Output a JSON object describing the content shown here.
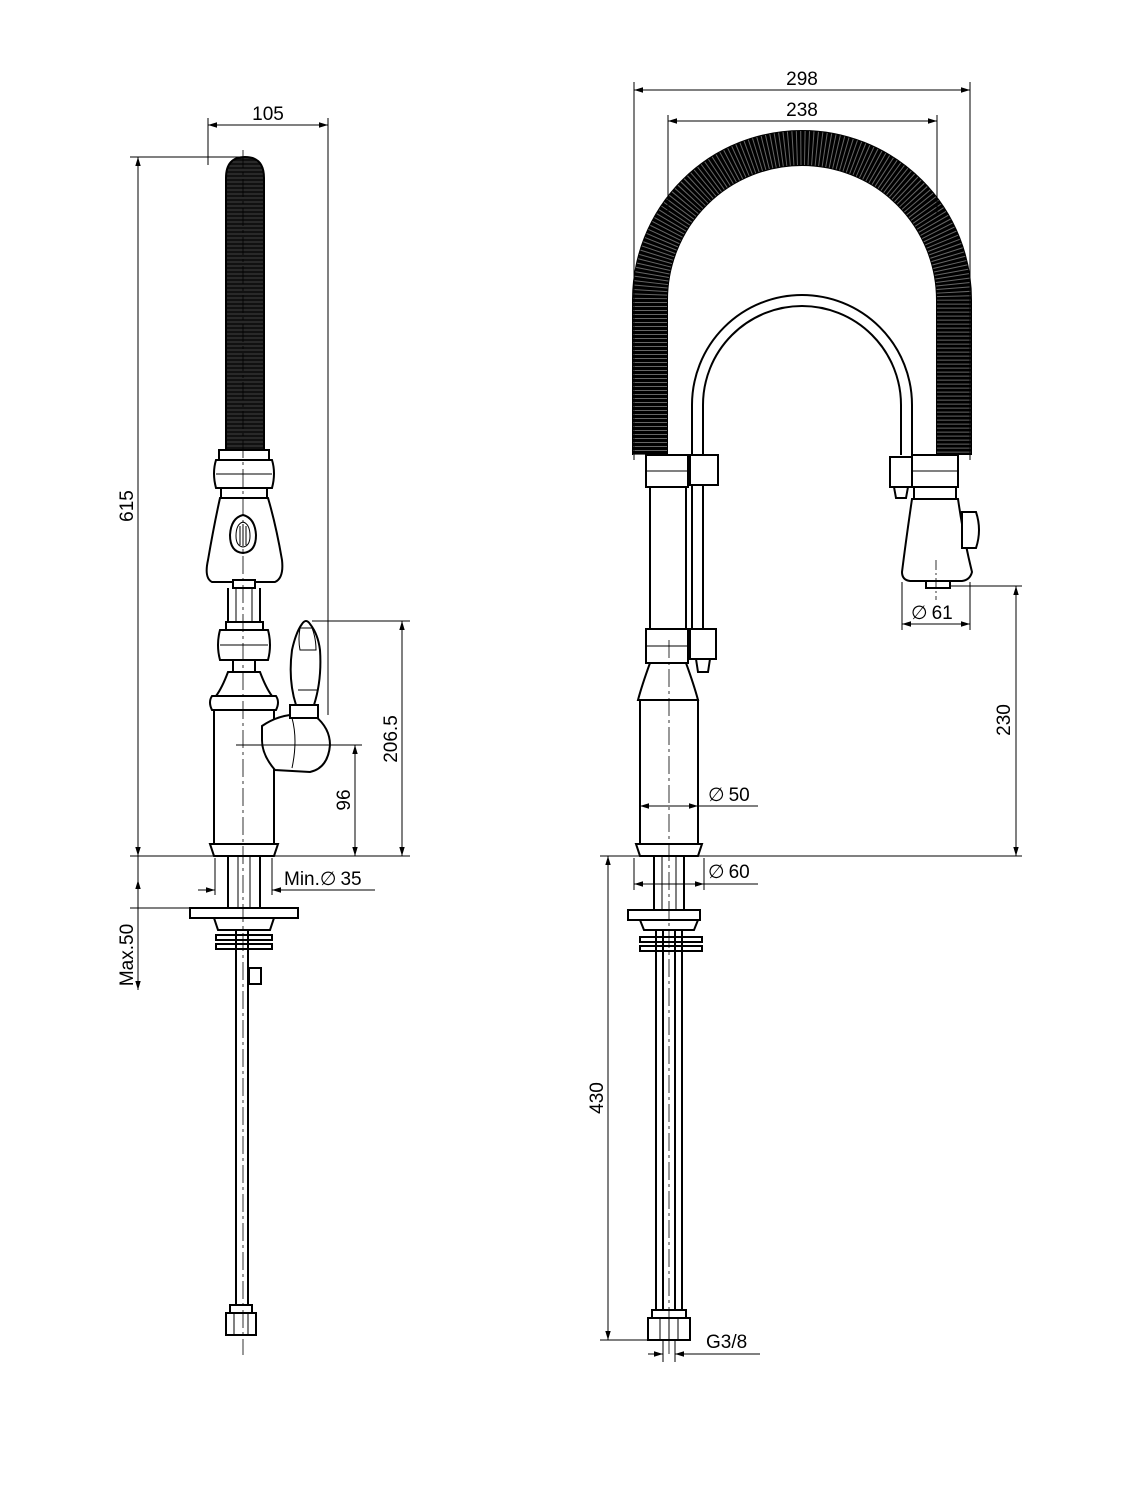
{
  "side_view": {
    "dimensions": {
      "width_top": "105",
      "height_total": "615",
      "handle_height": "206.5",
      "handle_axis": "96",
      "hole_min": "Min.",
      "hole_min_value": "35",
      "deck_max": "Max.50"
    }
  },
  "front_view": {
    "dimensions": {
      "outer_width": "298",
      "inner_width": "238",
      "spray_diameter": "61",
      "spout_height": "230",
      "body_diameter": "50",
      "base_diameter": "60",
      "supply_length": "430",
      "thread": "G3/8"
    }
  },
  "symbols": {
    "diameter": "∅"
  }
}
